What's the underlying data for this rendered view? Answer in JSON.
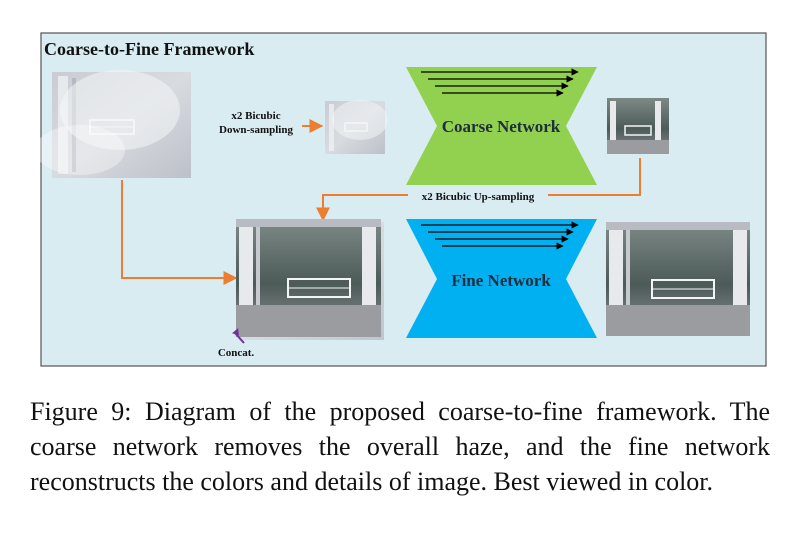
{
  "diagram": {
    "title": "Coarse-to-Fine Framework",
    "downsample_label_line1": "x2 Bicubic",
    "downsample_label_line2": "Down-sampling",
    "upsample_label": "x2 Bicubic Up-sampling",
    "coarse_network_label": "Coarse Network",
    "fine_network_label": "Fine Network",
    "concat_label": "Concat.",
    "colors": {
      "panel_background": "#d9ecf2",
      "panel_border": "#555555",
      "arrow_orange": "#ed7d31",
      "coarse_green": "#92d050",
      "fine_blue": "#00b0f0",
      "concat_purple": "#7030a0"
    }
  },
  "caption": "Figure 9: Diagram of the proposed coarse-to-fine framework. The coarse network removes the overall haze, and the fine network reconstructs the colors and details of image. Best viewed in color."
}
